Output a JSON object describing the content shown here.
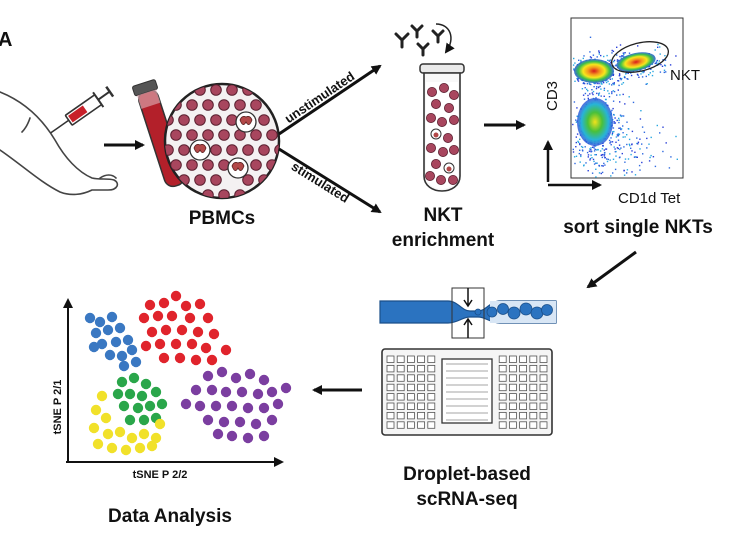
{
  "labels": {
    "corner_letter": "A",
    "branch_upper": "unstimulated",
    "branch_lower": "stimulated",
    "pbmcs": "PBMCs",
    "nkt_enrichment_line1": "NKT",
    "nkt_enrichment_line2": "enrichment",
    "sort": "sort single NKTs",
    "gate": "NKT",
    "scrna_line1": "Droplet-based",
    "scrna_line2": "scRNA-seq",
    "analysis": "Data Analysis"
  },
  "flow_plot": {
    "x_axis_label": "CD1d Tet",
    "y_axis_label": "CD3"
  },
  "tsne_plot": {
    "x_axis_label": "tSNE P 2/2",
    "y_axis_label": "tSNE P 2/1"
  },
  "colors": {
    "arrow": "#111111",
    "blood_red": "#b3202a",
    "rbc_fill": "#a8465e",
    "chip_blue": "#2b73c0",
    "cluster_blue": "#3a78c2",
    "cluster_red": "#e0242c",
    "cluster_green": "#2aa64a",
    "cluster_yellow": "#f1e12a",
    "cluster_purple": "#7b3ea0"
  },
  "icons": [
    "arm-icon",
    "syringe-icon",
    "blood-tube-icon",
    "antibody-icon",
    "test-tube-icon",
    "microfluidic-channel-icon",
    "droplet-chip-icon"
  ]
}
